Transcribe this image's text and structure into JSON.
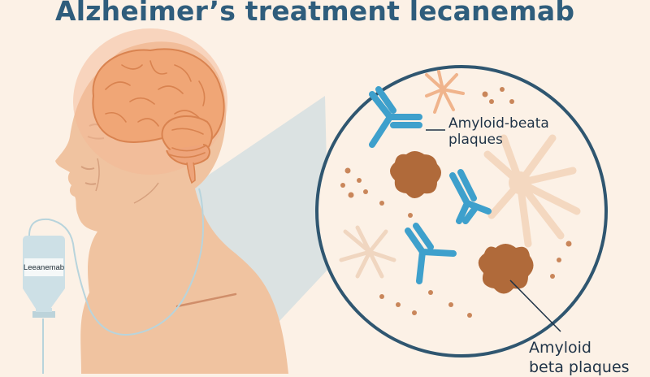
{
  "title": "Alzheimer’s treatment lecanemab",
  "iv_bag": {
    "label": "Leeanemab"
  },
  "callouts": {
    "antibody": [
      "Amyloid-beata",
      "plaques"
    ],
    "plaque": [
      "Amyloid",
      "beta plaques"
    ]
  },
  "icons": [
    "brain-icon",
    "head-silhouette",
    "iv-bag-icon",
    "antibody-icon",
    "amyloid-plaque-icon",
    "neuron-icon",
    "magnifier-circle"
  ],
  "colors": {
    "background": "#fcf1e6",
    "title": "#2f5d7c",
    "skin": "#f0c3a0",
    "brain": "#f0a676",
    "antibody": "#3ea0cc",
    "plaque": "#b06a3a",
    "circle_border": "#2f5670",
    "iv": "#cde0e6"
  }
}
